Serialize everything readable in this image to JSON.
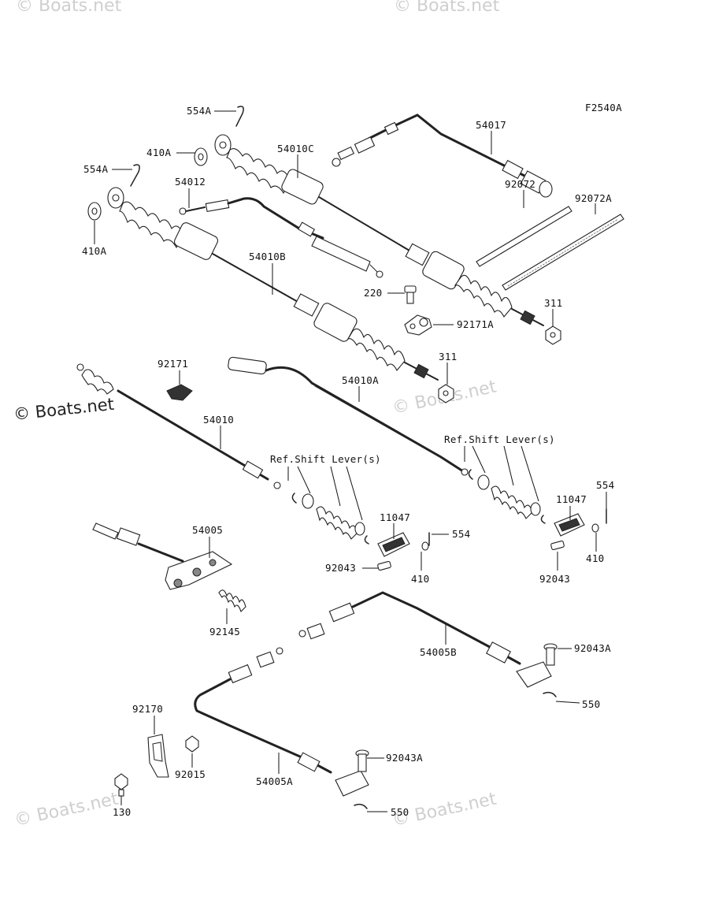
{
  "figure_code": "F2540A",
  "watermarks": [
    "© Boats.net",
    "© Boats.net",
    "© Boats.net",
    "© Boats.net",
    "© Boats.net",
    "© Boats.net"
  ],
  "labels": {
    "p554A_top": "554A",
    "p410A_top": "410A",
    "p554A_left": "554A",
    "p410A_left": "410A",
    "p54012": "54012",
    "p54010C": "54010C",
    "p54010B": "54010B",
    "p54017": "54017",
    "p92072": "92072",
    "p92072A": "92072A",
    "p220": "220",
    "p92171A": "92171A",
    "p311_top": "311",
    "p311_mid": "311",
    "p92171": "92171",
    "p54010A": "54010A",
    "p54010": "54010",
    "ref_shift_left": "Ref.Shift Lever(s)",
    "ref_shift_right": "Ref.Shift Lever(s)",
    "p11047_left": "11047",
    "p11047_right": "11047",
    "p554_left": "554",
    "p554_right": "554",
    "p92043_left": "92043",
    "p92043_right": "92043",
    "p410_left": "410",
    "p410_right": "410",
    "p54005": "54005",
    "p92145": "92145",
    "p54005B": "54005B",
    "p92043A_top": "92043A",
    "p550_top": "550",
    "p92170": "92170",
    "p92015": "92015",
    "p130": "130",
    "p54005A": "54005A",
    "p92043A_bottom": "92043A",
    "p550_bottom": "550"
  }
}
